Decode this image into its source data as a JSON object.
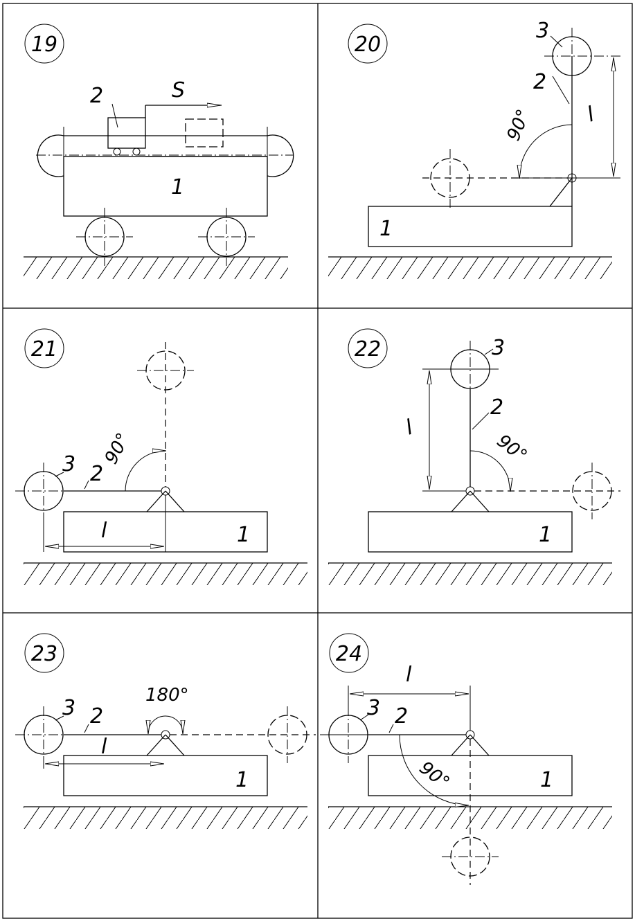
{
  "panels": [
    {
      "id": "19",
      "labels": {
        "base": "1",
        "carriage": "2",
        "stroke": "S"
      }
    },
    {
      "id": "20",
      "labels": {
        "base": "1",
        "arm": "2",
        "gripper": "3",
        "length": "l",
        "angle": "90°"
      }
    },
    {
      "id": "21",
      "labels": {
        "base": "1",
        "arm": "2",
        "gripper": "3",
        "length": "l",
        "angle": "90°"
      }
    },
    {
      "id": "22",
      "labels": {
        "base": "1",
        "arm": "2",
        "gripper": "3",
        "length": "l",
        "angle": "90°"
      }
    },
    {
      "id": "23",
      "labels": {
        "base": "1",
        "arm": "2",
        "gripper": "3",
        "length": "l",
        "angle": "180°"
      }
    },
    {
      "id": "24",
      "labels": {
        "base": "1",
        "arm": "2",
        "gripper": "3",
        "length": "l",
        "angle": "90°"
      }
    }
  ]
}
